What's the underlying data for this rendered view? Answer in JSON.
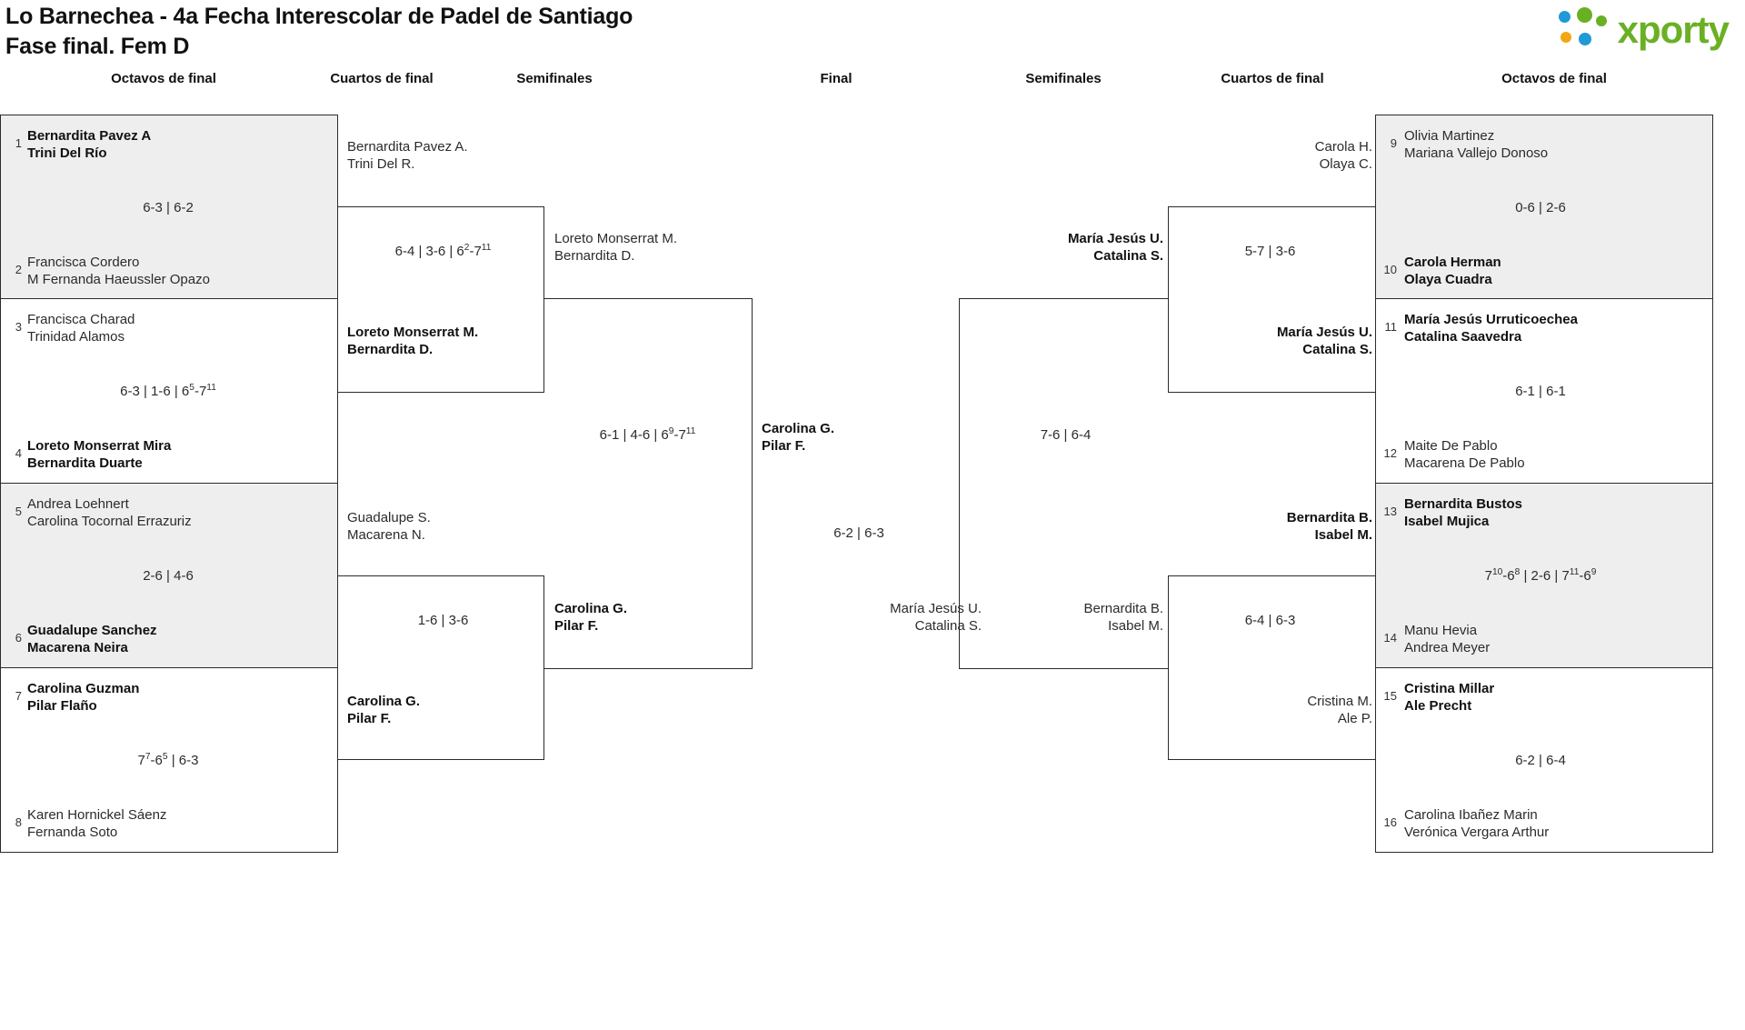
{
  "header": {
    "title_line1": "Lo Barnechea - 4a Fecha Interescolar de Padel de Santiago",
    "title_line2": "Fase final. Fem D",
    "logo_text": "xporty"
  },
  "round_headers": {
    "left_r16": "Octavos de final",
    "left_qf": "Cuartos de final",
    "left_sf": "Semifinales",
    "final": "Final",
    "right_sf": "Semifinales",
    "right_qf": "Cuartos de final",
    "right_r16": "Octavos de final"
  },
  "colors": {
    "band": "#eeeeee",
    "line": "#2b2b2b",
    "logo_green": "#6ab023",
    "logo_blue": "#1f9ad6",
    "logo_orange": "#f3a712"
  },
  "left_r16": [
    {
      "seed": "1",
      "p1": "Bernardita Pavez A",
      "p2": "Trini Del Río",
      "winner": true
    },
    {
      "seed": "2",
      "p1": "Francisca Cordero",
      "p2": "M Fernanda Haeussler Opazo",
      "winner": false
    },
    {
      "seed": "3",
      "p1": "Francisca Charad",
      "p2": "Trinidad Alamos",
      "winner": false
    },
    {
      "seed": "4",
      "p1": "Loreto Monserrat Mira",
      "p2": "Bernardita Duarte",
      "winner": true
    },
    {
      "seed": "5",
      "p1": "Andrea Loehnert",
      "p2": "Carolina Tocornal Errazuriz",
      "winner": false
    },
    {
      "seed": "6",
      "p1": "Guadalupe Sanchez",
      "p2": "Macarena Neira",
      "winner": true
    },
    {
      "seed": "7",
      "p1": "Carolina Guzman",
      "p2": "Pilar Flaño",
      "winner": true
    },
    {
      "seed": "8",
      "p1": "Karen Hornickel Sáenz",
      "p2": "Fernanda Soto",
      "winner": false
    }
  ],
  "left_r16_scores": [
    "6-3 | 6-2",
    "6-3 | 1-6 | 6<sup>5</sup>-7<sup>11</sup>",
    "2-6 | 4-6",
    "7<sup>7</sup>-6<sup>5</sup> | 6-3"
  ],
  "left_qf": [
    {
      "p1": "Bernardita Pavez A.",
      "p2": "Trini Del R.",
      "winner": false
    },
    {
      "p1": "Loreto Monserrat M.",
      "p2": "Bernardita D.",
      "winner": true
    },
    {
      "p1": "Guadalupe S.",
      "p2": "Macarena N.",
      "winner": false
    },
    {
      "p1": "Carolina G.",
      "p2": "Pilar F.",
      "winner": true
    }
  ],
  "left_qf_scores": [
    "6-4 | 3-6 | 6<sup>2</sup>-7<sup>11</sup>",
    "1-6 | 3-6"
  ],
  "left_sf": [
    {
      "p1": "Loreto Monserrat M.",
      "p2": "Bernardita D.",
      "winner": false
    },
    {
      "p1": "Carolina G.",
      "p2": "Pilar F.",
      "winner": true
    }
  ],
  "left_sf_scores": [
    "6-1 | 4-6 | 6<sup>9</sup>-7<sup>11</sup>"
  ],
  "final": {
    "left_finalist": {
      "p1": "Carolina G.",
      "p2": "Pilar F.",
      "winner": true
    },
    "right_finalist": {
      "p1": "María Jesús U.",
      "p2": "Catalina S.",
      "winner": false
    },
    "score": "6-2 | 6-3"
  },
  "right_sf": [
    {
      "p1": "María Jesús U.",
      "p2": "Catalina S.",
      "winner": true
    },
    {
      "p1": "Bernardita B.",
      "p2": "Isabel M.",
      "winner": false
    }
  ],
  "right_sf_scores": [
    "7-6 | 6-4"
  ],
  "right_qf": [
    {
      "p1": "Carola H.",
      "p2": "Olaya C.",
      "winner": false
    },
    {
      "p1": "María Jesús U.",
      "p2": "Catalina S.",
      "winner": true
    },
    {
      "p1": "Bernardita B.",
      "p2": "Isabel M.",
      "winner": true
    },
    {
      "p1": "Cristina M.",
      "p2": "Ale P.",
      "winner": false
    }
  ],
  "right_qf_scores": [
    "5-7 | 3-6",
    "6-4 | 6-3"
  ],
  "right_r16": [
    {
      "seed": "9",
      "p1": "Olivia Martinez",
      "p2": "Mariana Vallejo Donoso",
      "winner": false
    },
    {
      "seed": "10",
      "p1": "Carola Herman",
      "p2": "Olaya Cuadra",
      "winner": true
    },
    {
      "seed": "11",
      "p1": "María Jesús Urruticoechea",
      "p2": "Catalina Saavedra",
      "winner": true
    },
    {
      "seed": "12",
      "p1": "Maite De Pablo",
      "p2": "Macarena De Pablo",
      "winner": false
    },
    {
      "seed": "13",
      "p1": "Bernardita Bustos",
      "p2": "Isabel Mujica",
      "winner": true
    },
    {
      "seed": "14",
      "p1": "Manu Hevia",
      "p2": "Andrea Meyer",
      "winner": false
    },
    {
      "seed": "15",
      "p1": "Cristina Millar",
      "p2": "Ale Precht",
      "winner": true
    },
    {
      "seed": "16",
      "p1": "Carolina Ibañez Marin",
      "p2": "Verónica Vergara Arthur",
      "winner": false
    }
  ],
  "right_r16_scores": [
    "0-6 | 2-6",
    "6-1 | 6-1",
    "7<sup>10</sup>-6<sup>8</sup> | 2-6 | 7<sup>11</sup>-6<sup>9</sup>",
    "6-2 | 6-4"
  ]
}
